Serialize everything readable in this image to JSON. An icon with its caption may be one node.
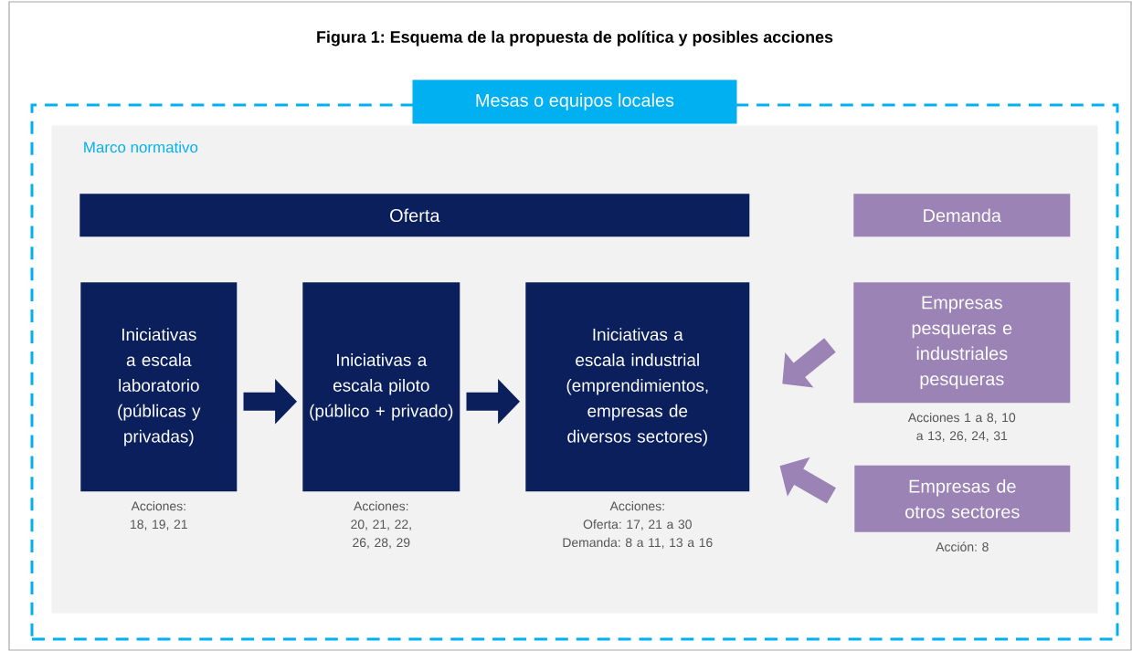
{
  "diagram": {
    "title": "Figura 1: Esquema de la propuesta de política y posibles acciones",
    "nodes": [
      {
        "text": [
          "Mesas o equipos locales"
        ]
      },
      {
        "text": [
          "Marco normativo"
        ],
        "in": 0
      },
      {
        "text": [
          "Oferta"
        ],
        "in": 1
      },
      {
        "text": [
          "Demanda"
        ],
        "in": 1
      },
      {
        "text": [
          "Iniciativas a escala laboratorio (públicas y privadas)"
        ],
        "in": 1,
        "beside": [
          "Acciones:",
          "18, 19, 21"
        ]
      },
      {
        "text": [
          "Iniciativas a escala piloto (público + privado)"
        ],
        "in": 1,
        "beside": [
          "Acciones:",
          "20, 21, 22, 26, 28, 29"
        ]
      },
      {
        "text": [
          "Iniciativas a escala industrial (emprendimientos, empresas de diversos sectores)"
        ],
        "in": 1,
        "beside": [
          "Acciones:",
          "Oferta: 17, 21 a 30",
          "Demanda: 8 a 11, 13 a 16"
        ]
      },
      {
        "text": [
          "Empresas pesqueras e industriales pesqueras"
        ],
        "in": 1,
        "beside": [
          "Acciones 1 a 8, 10 a 13, 26, 24, 31"
        ]
      },
      {
        "text": [
          "Empresas de otros sectores"
        ],
        "in": 1,
        "beside": [
          "Acción: 8"
        ]
      }
    ],
    "edges": [
      {
        "from": 4,
        "to": 5,
        "arrow": "to",
        "color": "#0a1f5c"
      },
      {
        "from": 5,
        "to": 6,
        "arrow": "to",
        "color": "#0a1f5c"
      },
      {
        "from": 7,
        "to": 6,
        "arrow": "to",
        "color": "#9b83b6"
      },
      {
        "from": 8,
        "to": 6,
        "arrow": "to",
        "color": "#9b83b6"
      }
    ]
  }
}
